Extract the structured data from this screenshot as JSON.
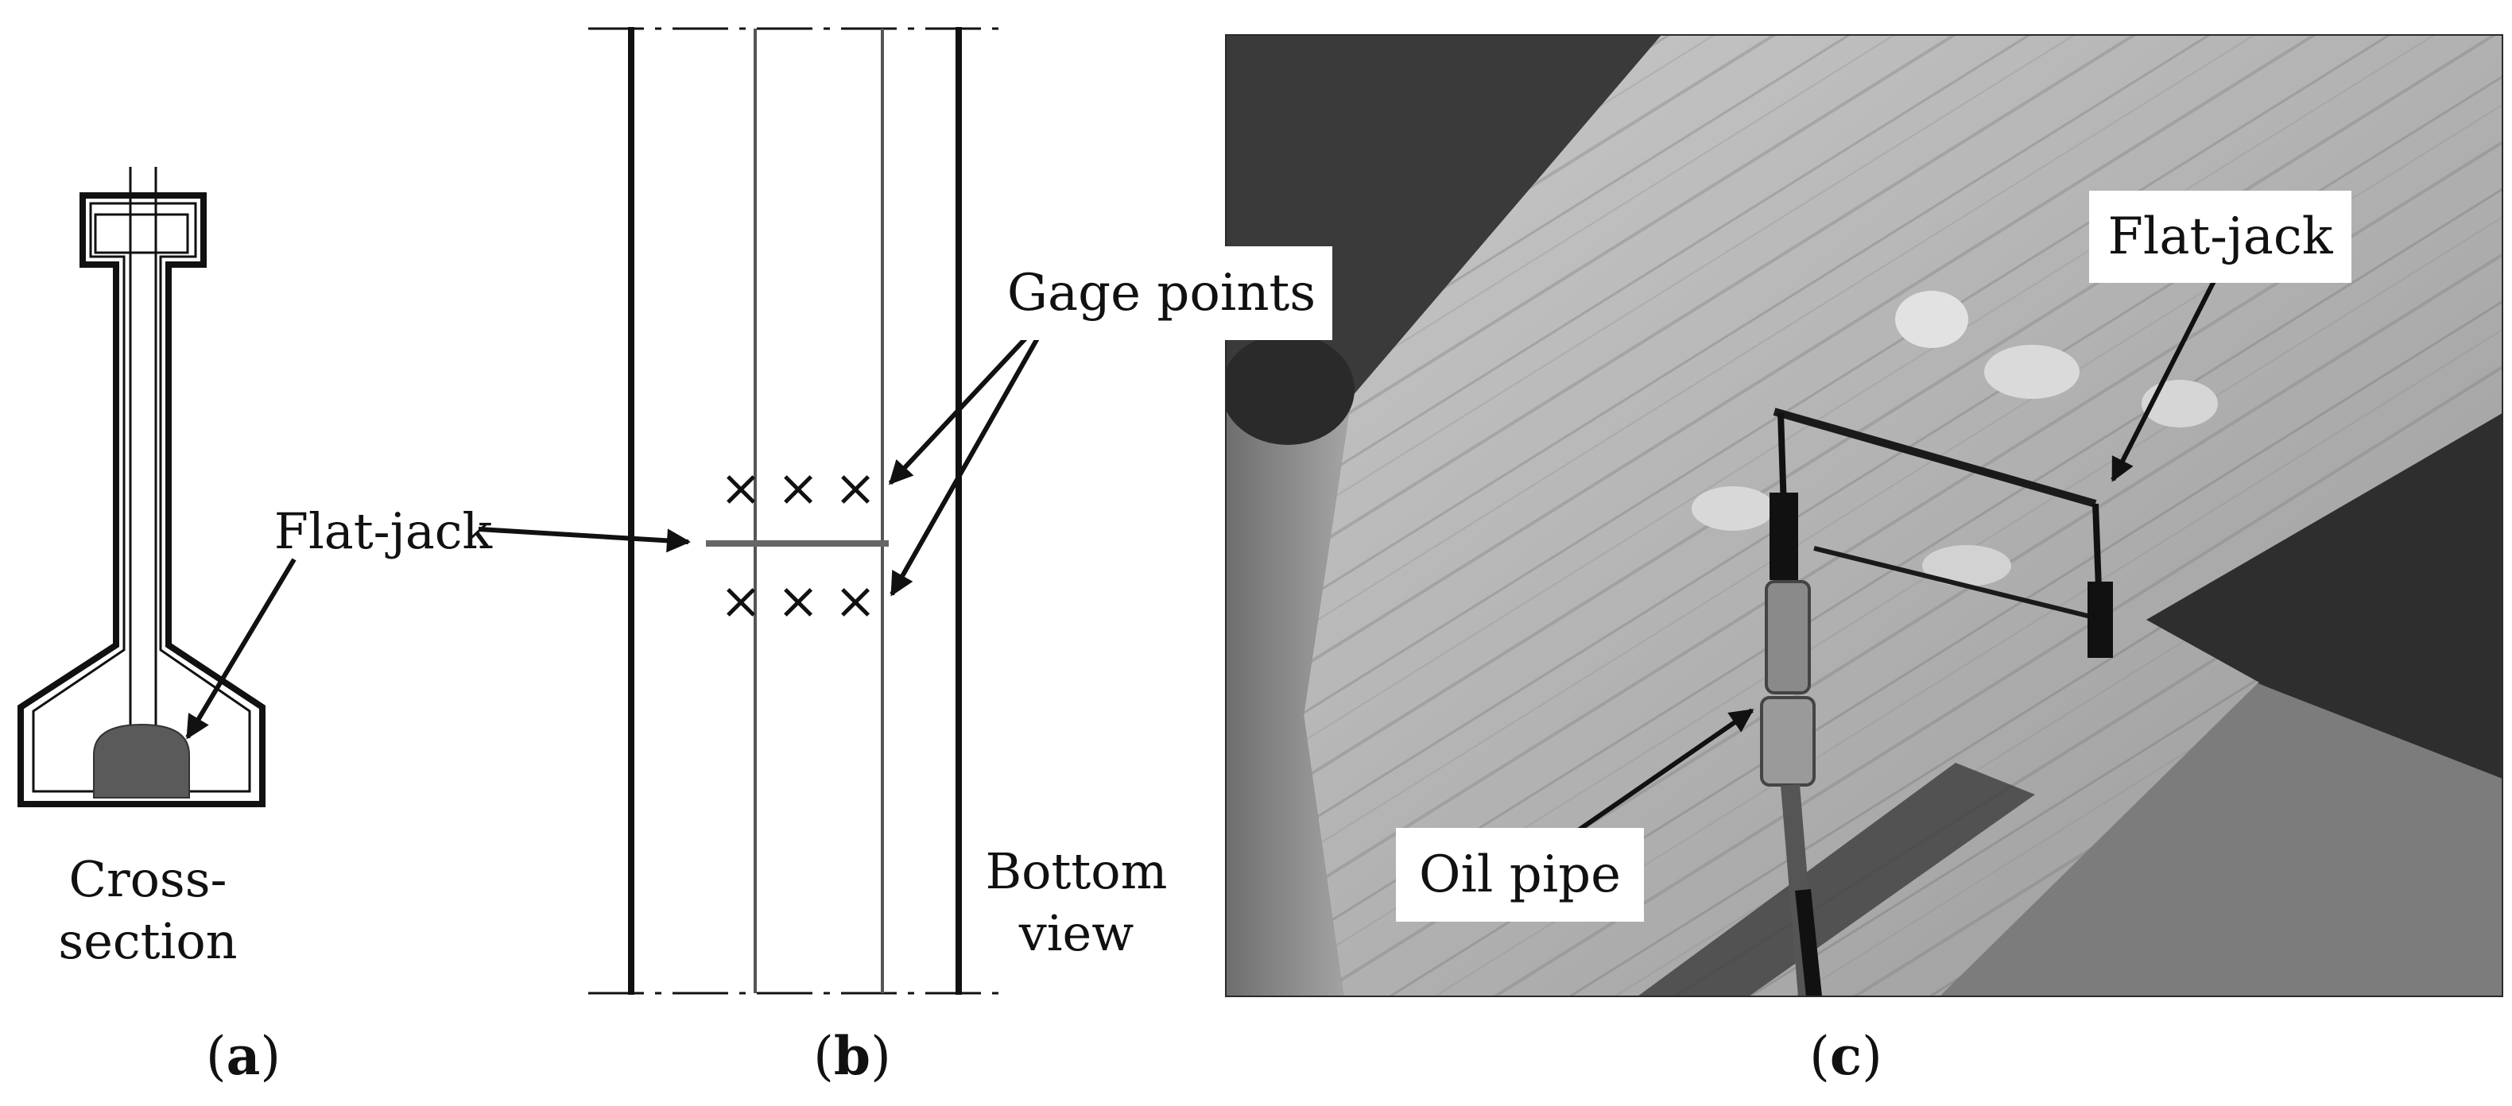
{
  "panel_a": {
    "flatjack_label": "Flat-jack",
    "caption_line1": "Cross-",
    "caption_line2": "section",
    "letter_open": "(",
    "letter": "a",
    "letter_close": ")"
  },
  "panel_b": {
    "gage_points_label": "Gage points",
    "caption_line1": "Bottom",
    "caption_line2": "view",
    "gage_mark_glyph": "×",
    "letter_open": "(",
    "letter": "b",
    "letter_close": ")"
  },
  "panel_c": {
    "flatjack_label": "Flat-jack",
    "oil_pipe_label": "Oil pipe",
    "letter_open": "(",
    "letter": "c",
    "letter_close": ")"
  },
  "colors": {
    "line": "#111111",
    "flatjack_fill": "#5a5a5a",
    "concrete_light": "#b4b4b4",
    "concrete_dark": "#3a3a3a"
  }
}
